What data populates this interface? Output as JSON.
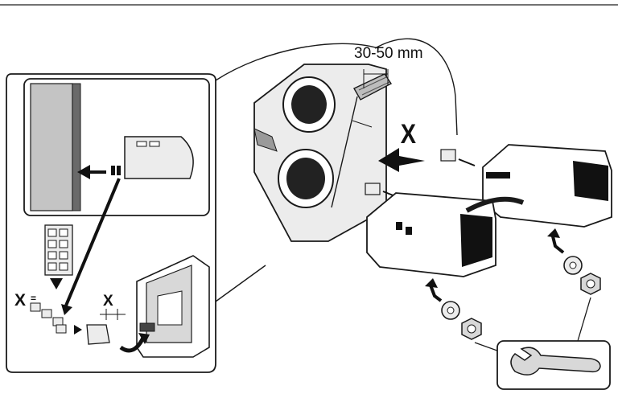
{
  "labels": {
    "dimension": "30-50 mm",
    "x_main": "X",
    "x_legend": "X",
    "x_legend_eq": "=",
    "x_inset": "X"
  },
  "colors": {
    "line": "#1a1a1a",
    "panel_fill": "#ececec",
    "arrow": "#111111",
    "wall": "#9a9a9a"
  }
}
